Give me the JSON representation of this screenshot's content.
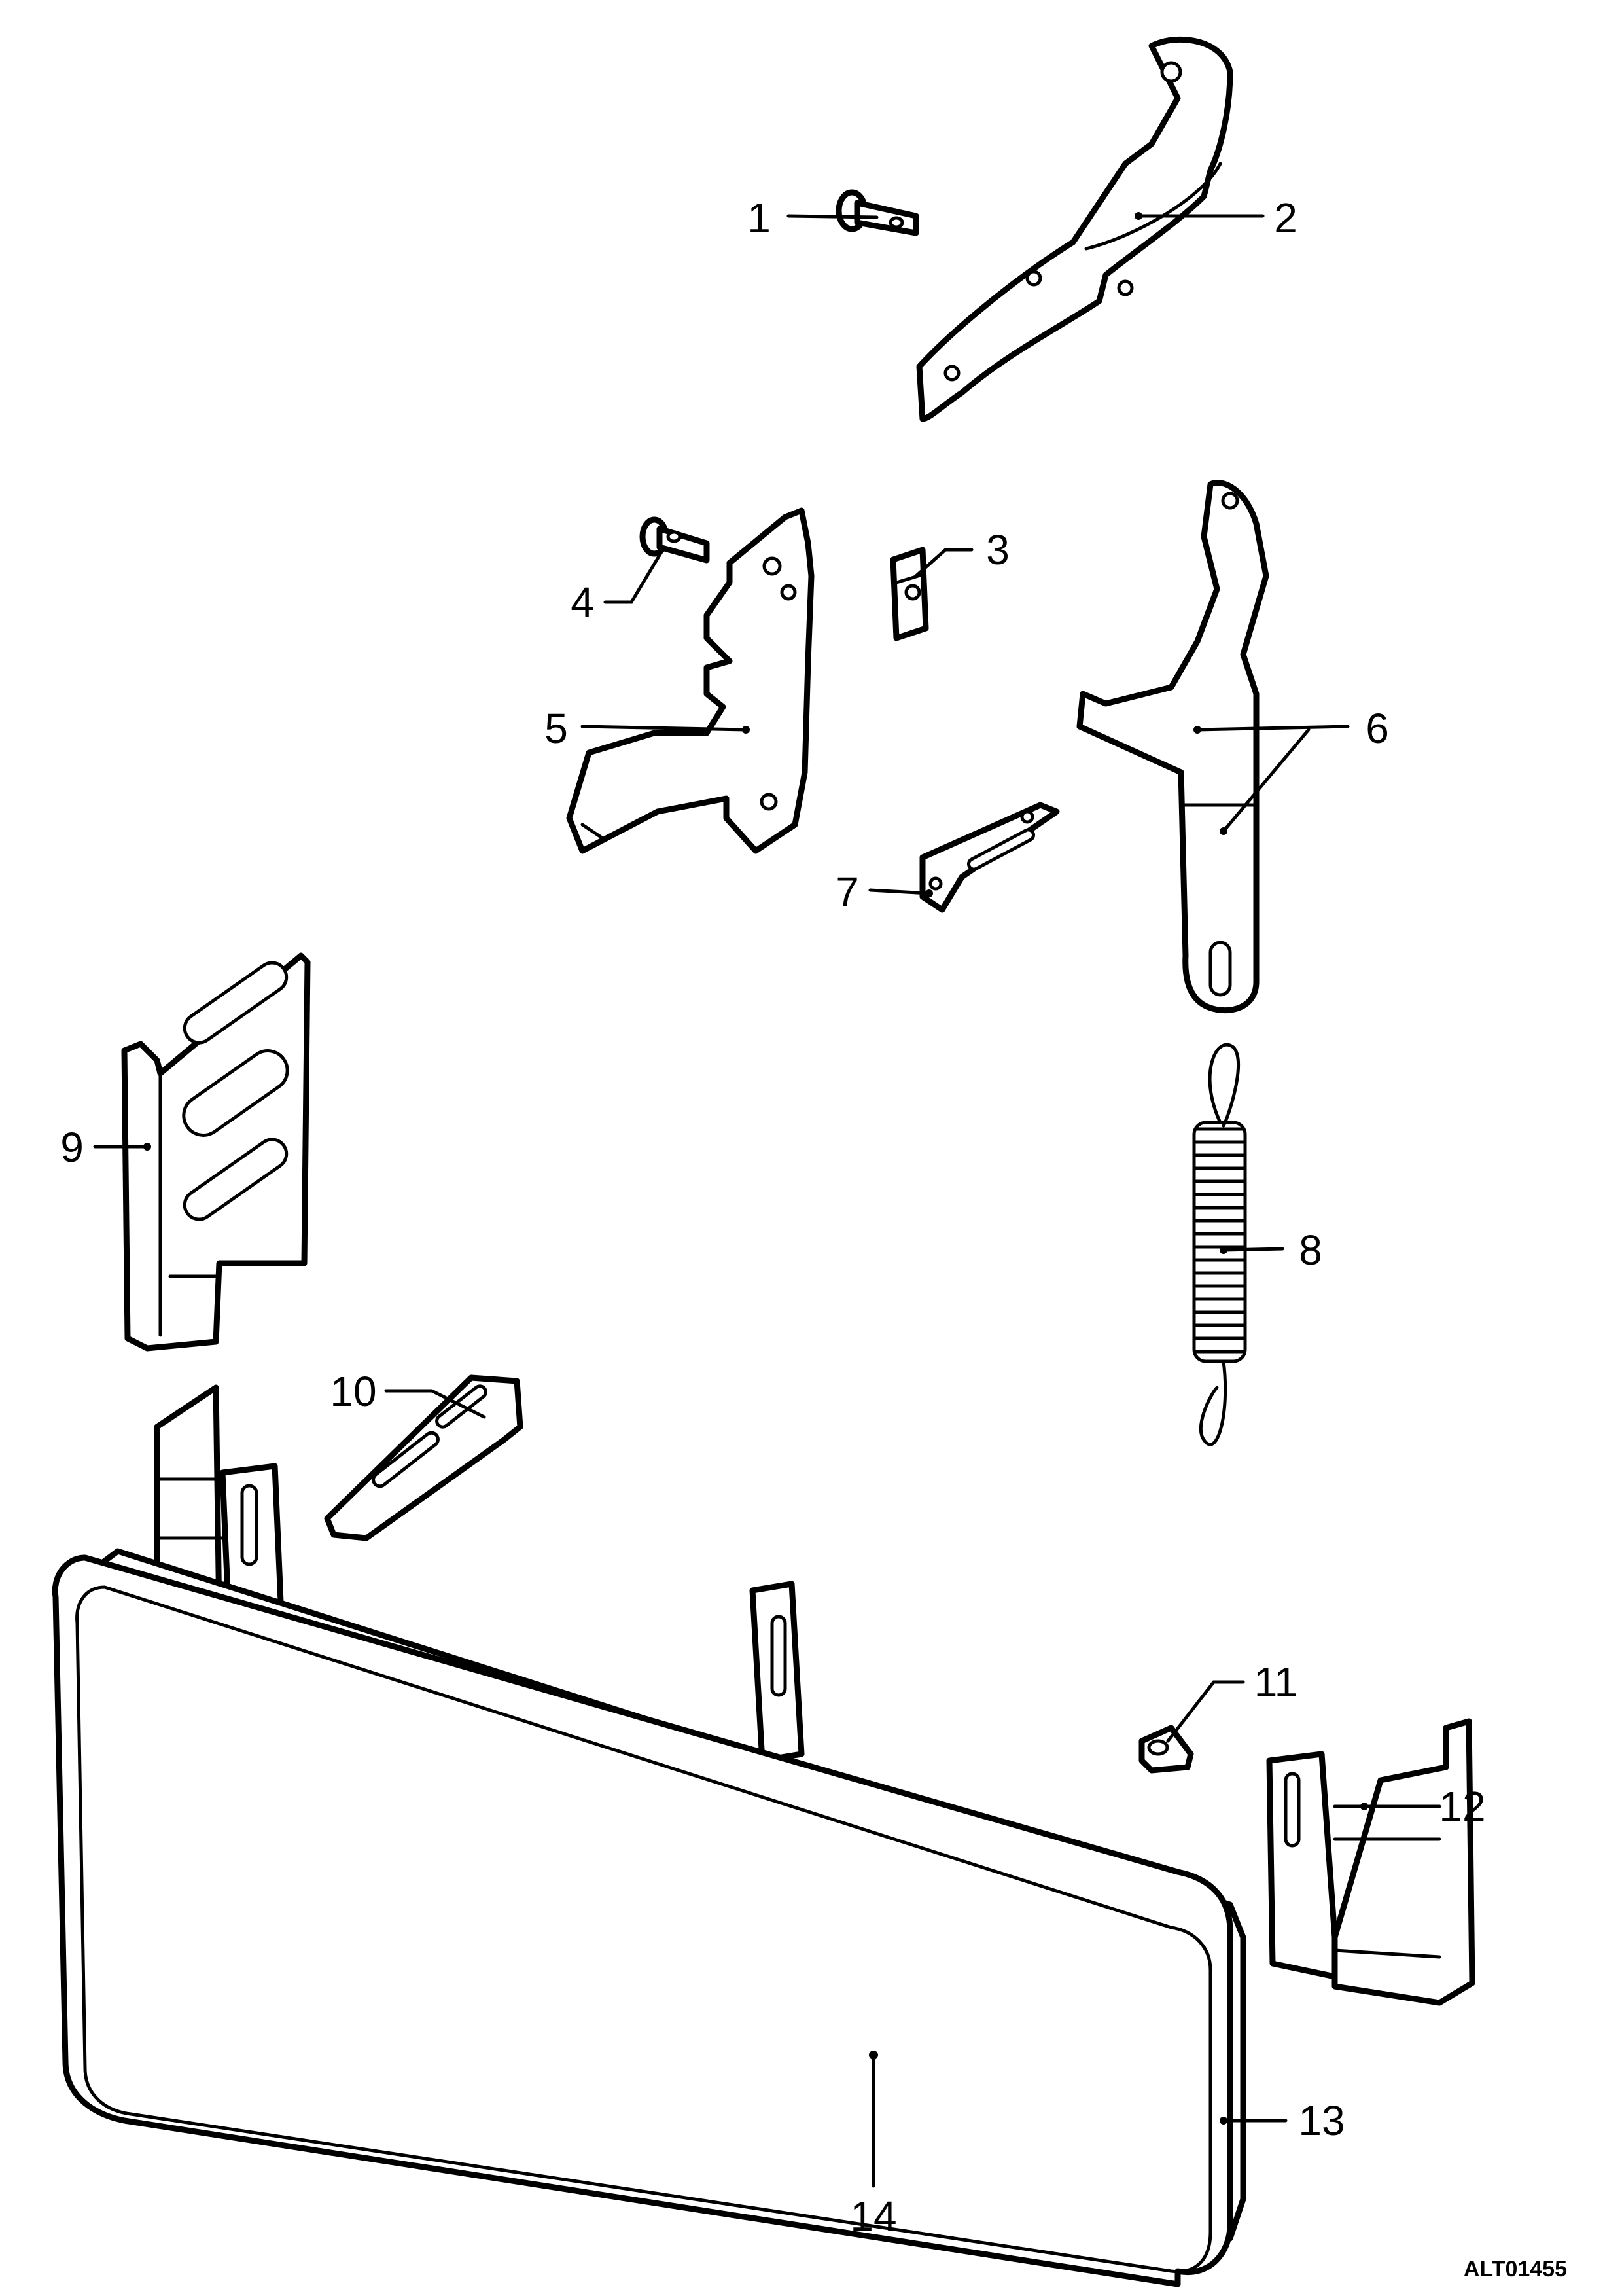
{
  "figure": {
    "id_label": "ALT01455"
  },
  "callouts": [
    {
      "key": "1",
      "label": "1"
    },
    {
      "key": "2",
      "label": "2"
    },
    {
      "key": "3",
      "label": "3"
    },
    {
      "key": "4",
      "label": "4"
    },
    {
      "key": "5",
      "label": "5"
    },
    {
      "key": "6",
      "label": "6"
    },
    {
      "key": "7",
      "label": "7"
    },
    {
      "key": "8",
      "label": "8"
    },
    {
      "key": "9",
      "label": "9"
    },
    {
      "key": "10",
      "label": "10"
    },
    {
      "key": "11",
      "label": "11"
    },
    {
      "key": "12",
      "label": "12"
    },
    {
      "key": "13",
      "label": "13"
    },
    {
      "key": "14",
      "label": "14"
    }
  ],
  "colors": {
    "ink": "#000000",
    "paper": "#ffffff"
  }
}
